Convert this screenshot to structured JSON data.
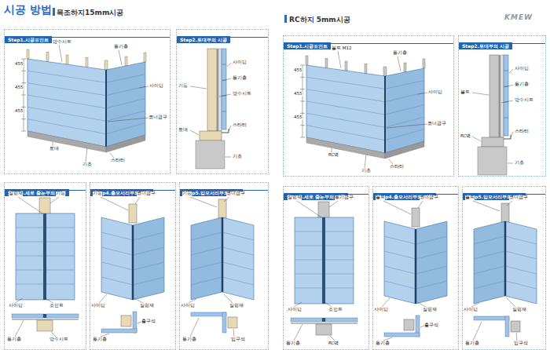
{
  "diagram": {
    "title": "시공 방법",
    "nodes": [
      {
        "text": [
          "Step1.시공포인트"
        ]
      },
      {
        "text": [
          "Step2.토대부의 시공"
        ]
      },
      {
        "text": [
          "Step3.세로 줄눈부의 시공"
        ]
      },
      {
        "text": [
          "Step4.출모서리부의 시공"
        ]
      },
      {
        "text": [
          "Step5.입모서리부의 시공"
        ]
      },
      {
        "text": [
          "Step1.시공포인트"
        ]
      },
      {
        "text": [
          "Step2.토대부의 시공"
        ]
      },
      {
        "text": [
          "Step3.세로 줄눈부의 시공"
        ]
      },
      {
        "text": [
          "Step4.출모서리부의 시공"
        ]
      },
      {
        "text": [
          "Step5.입모서리부의 시공"
        ]
      }
    ],
    "labels": [
      "목조하지15mm시공",
      "RC하지 5mm시공",
      "KMEW",
      "455",
      "455",
      "455",
      "방수시트",
      "통기층",
      "사이딩",
      "코너금구",
      "스타터",
      "토대",
      "기초",
      "사이딩",
      "통기층",
      "방수시트",
      "스타터",
      "기초",
      "토대",
      "기둥",
      "기둥",
      "실링재",
      "사이딩",
      "조인트",
      "통기층",
      "방수시트",
      "코너금구",
      "기둥",
      "사이딩",
      "실링재",
      "출구석",
      "통기층",
      "코너금구",
      "기둥",
      "사이딩",
      "실링재",
      "입구석",
      "통기층",
      "455",
      "455",
      "455",
      "볼트 M12",
      "통기층",
      "사이딩",
      "코너금구",
      "스타터",
      "RC벽",
      "기초",
      "사이딩",
      "통기층",
      "방수시트",
      "스타터",
      "기초",
      "RC벽",
      "볼트",
      "통기금구",
      "실링재",
      "사이딩",
      "조인트",
      "통기층",
      "RC벽",
      "코너금구",
      "볼트",
      "사이딩",
      "실링재",
      "출구석",
      "통기층",
      "코너금구",
      "볼트",
      "사이딩",
      "실링재",
      "입구석",
      "통기층"
    ]
  }
}
